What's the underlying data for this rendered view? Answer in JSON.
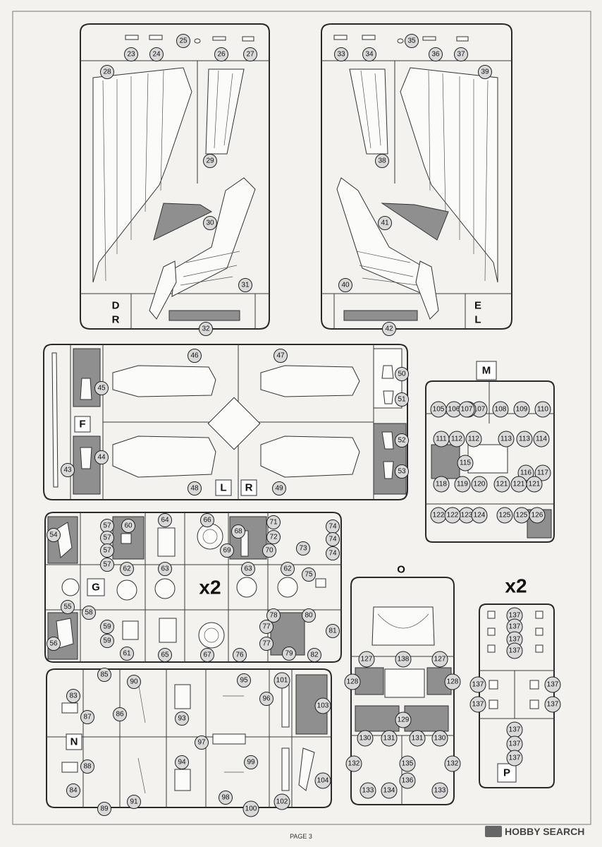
{
  "page_footer": "PAGE 3",
  "watermark": "HOBBY SEARCH",
  "multipliers": [
    "x2",
    "x2"
  ],
  "sprue_letters": {
    "D": "D",
    "R1": "R",
    "E": "E",
    "L1": "L",
    "F": "F",
    "L2": "L",
    "R2": "R",
    "M": "M",
    "G": "G",
    "N": "N",
    "O": "O",
    "P": "P"
  },
  "part_numbers": {
    "p23": "23",
    "p24": "24",
    "p25": "25",
    "p26": "26",
    "p27": "27",
    "p28": "28",
    "p29": "29",
    "p30": "30",
    "p31": "31",
    "p32": "32",
    "p33": "33",
    "p34": "34",
    "p35": "35",
    "p36": "36",
    "p37": "37",
    "p38": "38",
    "p39": "39",
    "p40": "40",
    "p41": "41",
    "p42": "42",
    "p43": "43",
    "p44": "44",
    "p45": "45",
    "p46": "46",
    "p47": "47",
    "p48": "48",
    "p49": "49",
    "p50": "50",
    "p51": "51",
    "p52": "52",
    "p53": "53",
    "p54": "54",
    "p55": "55",
    "p56": "56",
    "p57": "57",
    "p58": "58",
    "p59": "59",
    "p60": "60",
    "p61": "61",
    "p62": "62",
    "p63": "63",
    "p64": "64",
    "p65": "65",
    "p66": "66",
    "p67": "67",
    "p68": "68",
    "p69": "69",
    "p70": "70",
    "p71": "71",
    "p72": "72",
    "p73": "73",
    "p74": "74",
    "p75": "75",
    "p76": "76",
    "p77": "77",
    "p78": "78",
    "p79": "79",
    "p80": "80",
    "p81": "81",
    "p82": "82",
    "p83": "83",
    "p84": "84",
    "p85": "85",
    "p86": "86",
    "p87": "87",
    "p88": "88",
    "p89": "89",
    "p90": "90",
    "p91": "91",
    "p93": "93",
    "p94": "94",
    "p95": "95",
    "p96": "96",
    "p97": "97",
    "p98": "98",
    "p99": "99",
    "p100": "100",
    "p101": "101",
    "p102": "102",
    "p103": "103",
    "p104": "104",
    "p105": "105",
    "p106": "106",
    "p107": "107",
    "p108": "108",
    "p109": "109",
    "p110": "110",
    "p111": "111",
    "p112": "112",
    "p113": "113",
    "p114": "114",
    "p115": "115",
    "p116": "116",
    "p117": "117",
    "p118": "118",
    "p119": "119",
    "p120": "120",
    "p121": "121",
    "p122": "122",
    "p123": "123",
    "p124": "124",
    "p125": "125",
    "p126": "126",
    "p127": "127",
    "p128": "128",
    "p129": "129",
    "p130": "130",
    "p131": "131",
    "p132": "132",
    "p133": "133",
    "p134": "134",
    "p135": "135",
    "p136": "136",
    "p137": "137",
    "p138": "138"
  }
}
